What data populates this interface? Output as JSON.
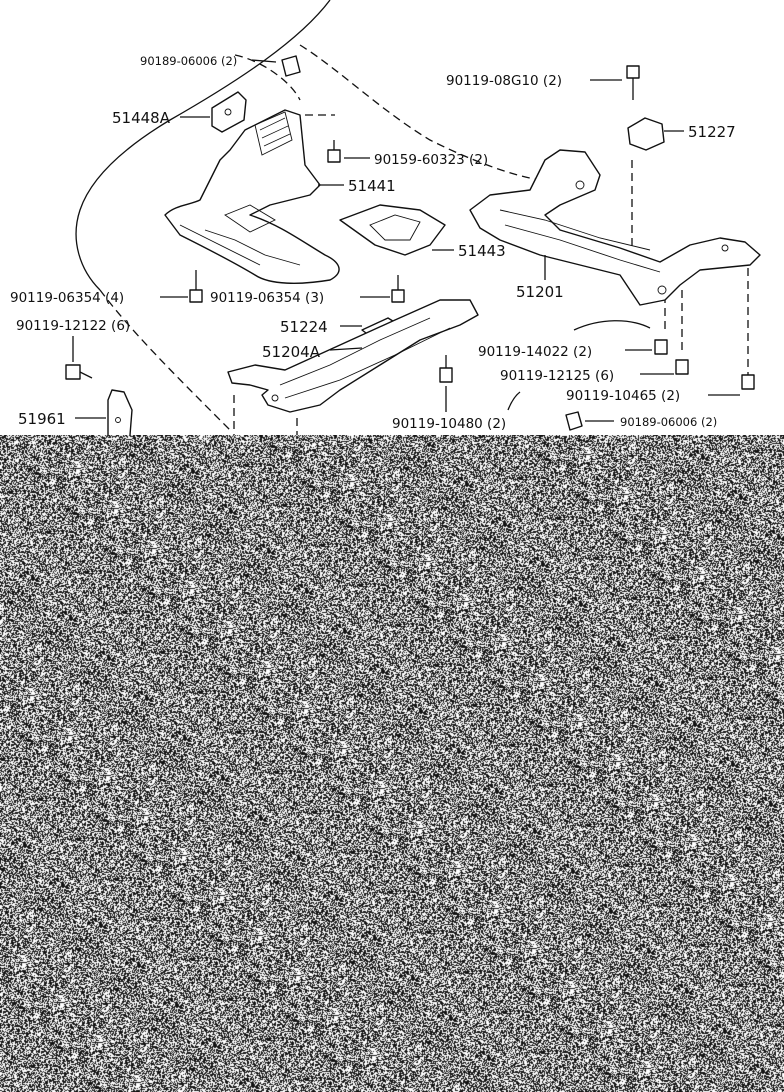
{
  "diagram": {
    "labels": [
      {
        "id": "p1",
        "text": "90189-06006 (2)"
      },
      {
        "id": "p2",
        "text": "90119-08G10 (2)"
      },
      {
        "id": "p3",
        "text": "51448A"
      },
      {
        "id": "p4",
        "text": "51227"
      },
      {
        "id": "p5",
        "text": "90159-60323 (2)"
      },
      {
        "id": "p6",
        "text": "51441"
      },
      {
        "id": "p7",
        "text": "51443"
      },
      {
        "id": "p8",
        "text": "51201"
      },
      {
        "id": "p9",
        "text": "90119-06354 (4)"
      },
      {
        "id": "p10",
        "text": "90119-06354 (3)"
      },
      {
        "id": "p11",
        "text": "90119-12122 (6)"
      },
      {
        "id": "p12",
        "text": "51224"
      },
      {
        "id": "p13",
        "text": "51204A"
      },
      {
        "id": "p14",
        "text": "90119-14022 (2)"
      },
      {
        "id": "p15",
        "text": "90119-12125 (6)"
      },
      {
        "id": "p16",
        "text": "90119-10465 (2)"
      },
      {
        "id": "p17",
        "text": "51961"
      },
      {
        "id": "p18",
        "text": "90119-10480 (2)"
      },
      {
        "id": "p19",
        "text": "90189-06006 (2)"
      }
    ]
  }
}
